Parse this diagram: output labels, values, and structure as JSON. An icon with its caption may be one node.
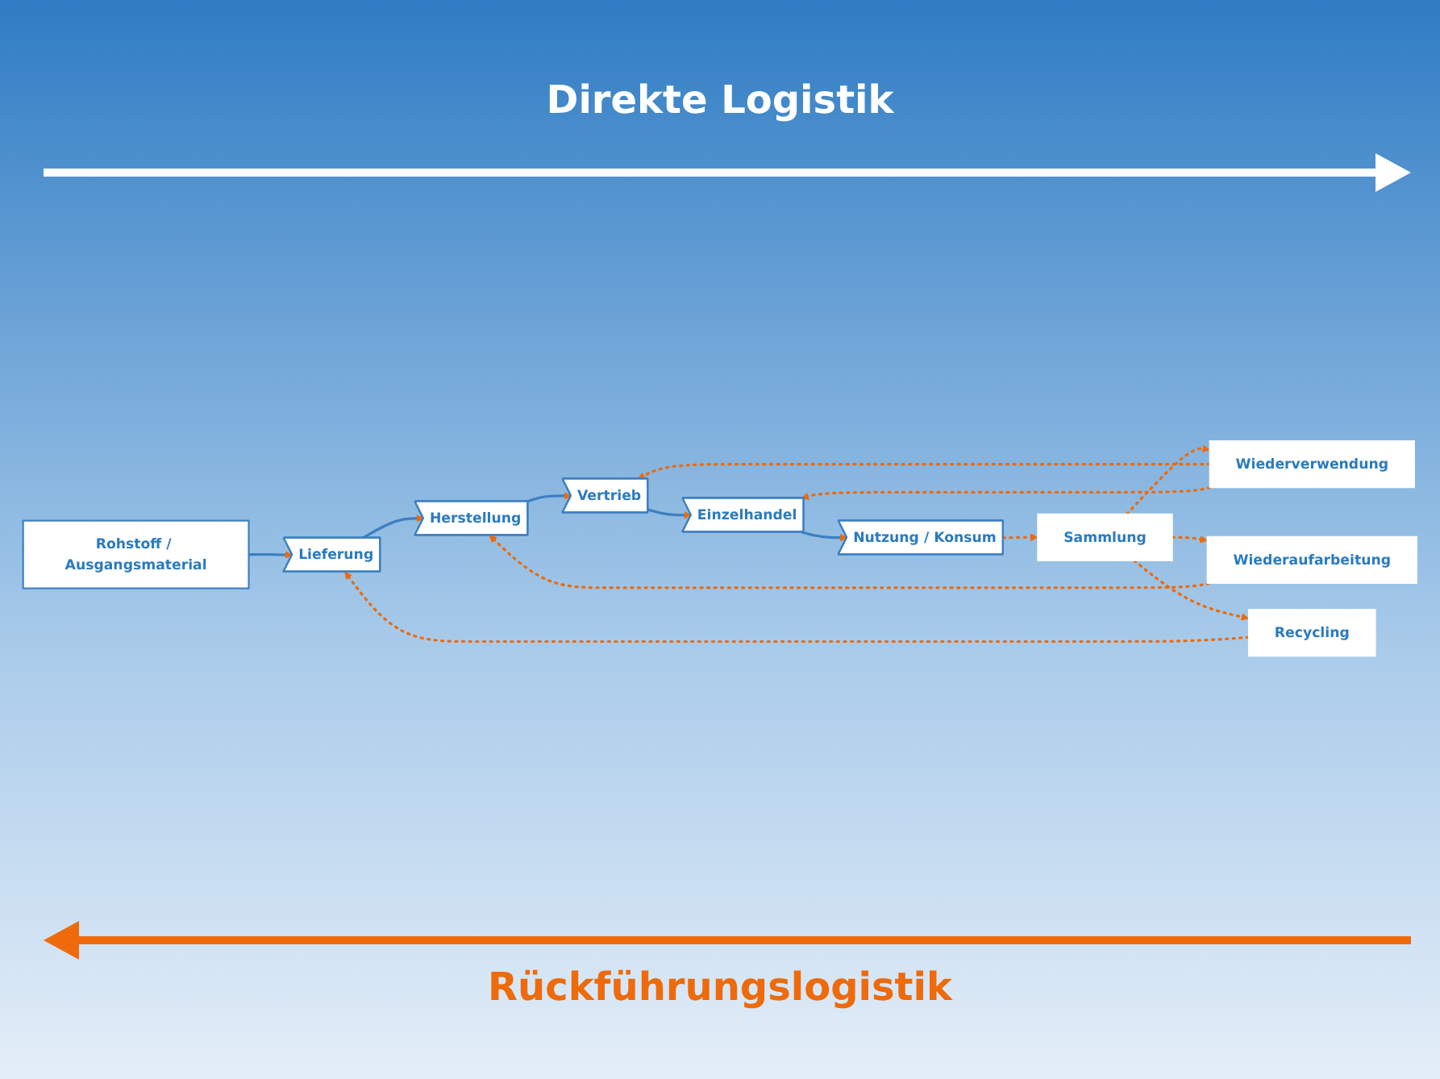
{
  "diagram": {
    "nodes": [
      {
        "text": [
          "Rohstoff / Ausgangsmaterial"
        ]
      },
      {
        "text": [
          "Lieferung"
        ]
      },
      {
        "text": [
          "Herstellung"
        ]
      },
      {
        "text": [
          "Vertrieb"
        ]
      },
      {
        "text": [
          "Einzelhandel"
        ]
      },
      {
        "text": [
          "Nutzung / Konsum"
        ]
      },
      {
        "text": [
          "Wiederverwendung"
        ]
      },
      {
        "text": [
          "Sammlung"
        ]
      },
      {
        "text": [
          "Wiederaufarbeitung"
        ]
      },
      {
        "text": [
          "Recycling"
        ]
      }
    ],
    "edges": [
      {
        "from": 0,
        "to": 1,
        "arrow": "to",
        "color": "#3d7fc1"
      },
      {
        "from": 1,
        "to": 2,
        "arrow": "to",
        "color": "#3d7fc1"
      },
      {
        "from": 2,
        "to": 3,
        "arrow": "to",
        "color": "#3d7fc1"
      },
      {
        "from": 3,
        "to": 4,
        "arrow": "to",
        "color": "#3d7fc1"
      },
      {
        "from": 4,
        "to": 5,
        "arrow": "to",
        "color": "#3d7fc1"
      },
      {
        "from": 5,
        "to": 7,
        "arrow": "to",
        "style": "dashed"
      },
      {
        "from": 7,
        "to": 6,
        "arrow": "to",
        "style": "dashed"
      },
      {
        "from": 6,
        "to": 3,
        "arrow": "to",
        "style": "dashed"
      },
      {
        "from": 6,
        "to": 4,
        "arrow": "to",
        "style": "dashed"
      },
      {
        "from": 7,
        "to": 8,
        "arrow": "to",
        "style": "dashed"
      },
      {
        "from": 7,
        "to": 9,
        "arrow": "to",
        "style": "dashed"
      },
      {
        "from": 8,
        "to": 2,
        "arrow": "to",
        "style": "dashed"
      },
      {
        "from": 9,
        "to": 1,
        "arrow": "to",
        "style": "dashed"
      }
    ],
    "labels": [
      "Direkte Logistik",
      "Rückführungslogistik"
    ]
  }
}
